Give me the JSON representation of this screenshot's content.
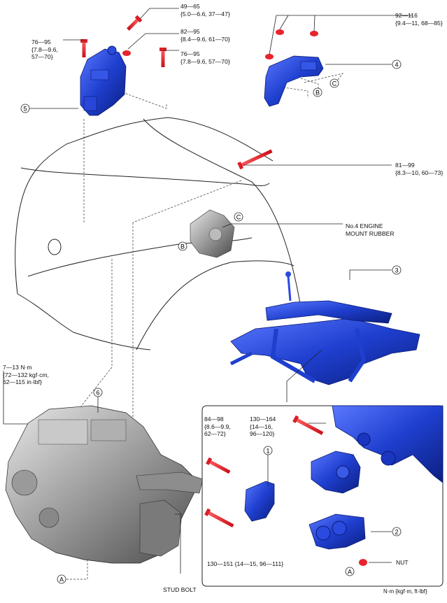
{
  "torques": {
    "t_49_65": {
      "line1": "49—65",
      "line2": "{5.0—6.6, 37—47}"
    },
    "t_82_95": {
      "line1": "82—95",
      "line2": "{8.4—9.6, 61—70}"
    },
    "t_76_95_left": {
      "line1": "76—95",
      "line2": "{7.8—9.6,",
      "line3": "57—70}"
    },
    "t_76_95_mid": {
      "line1": "76—95",
      "line2": "{7.8—9.6, 57—70}"
    },
    "t_92_116": {
      "line1": "92—116",
      "line2": "{9.4—11, 68—85}"
    },
    "t_81_99": {
      "line1": "81—99",
      "line2": "{8.3—10, 60—73}"
    },
    "t_7_13": {
      "line1": "7—13 N·m",
      "line2": "{72—132 kgf·cm,",
      "line3": "62—115 in·lbf}"
    },
    "t_130_164": {
      "line1": "130—164",
      "line2": "{14—16,",
      "line3": "96—120}"
    },
    "t_84_98": {
      "line1": "84—98",
      "line2": "{8.6—9.9,",
      "line3": "62—72}"
    },
    "t_130_151": {
      "line1": "130—151 {14—15, 96—111}"
    }
  },
  "callouts": {
    "n1": "1",
    "n2": "2",
    "n3": "3",
    "n4": "4",
    "n5": "5",
    "n6": "6",
    "A": "A",
    "B": "B",
    "C": "C"
  },
  "labels": {
    "engine_mount_rubber_l1": "No.4 ENGINE",
    "engine_mount_rubber_l2": "MOUNT RUBBER",
    "stud_bolt": "STUD BOLT",
    "nut": "NUT",
    "units": "N·m {kgf·m, ft·lbf}"
  },
  "colors": {
    "part_blue": "#1f3fcf",
    "bolt_red": "#e8232e",
    "line": "#222222"
  }
}
